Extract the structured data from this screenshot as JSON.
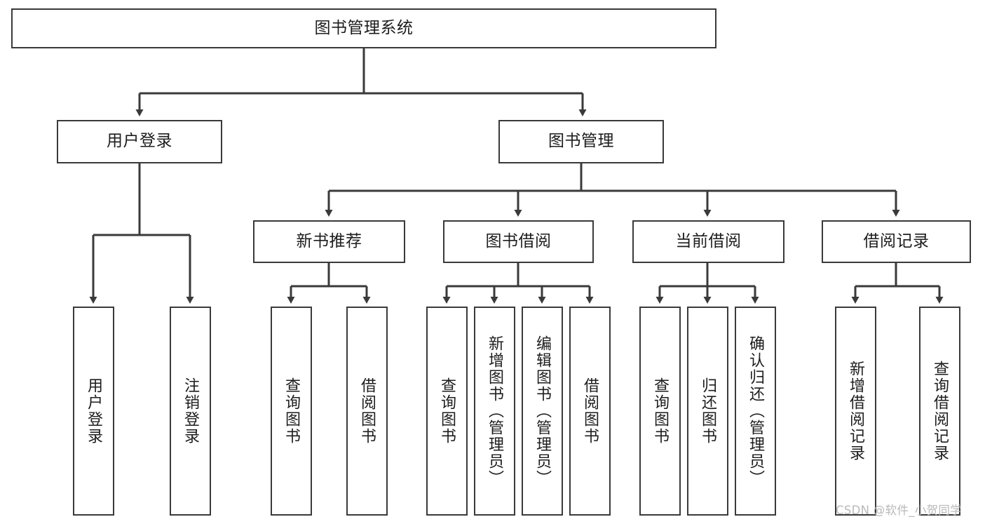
{
  "diagram": {
    "type": "tree-hierarchy-chart",
    "title": "图书管理系统",
    "background_color": "#ffffff",
    "box_border_color": "#3a3a3a",
    "connector_color": "#3a3a3a",
    "text_color": "#1d1d1d",
    "nodes": {
      "root": {
        "label": "图书管理系统",
        "orientation": "horizontal"
      },
      "level2": [
        {
          "id": "user-login",
          "label": "用户登录",
          "orientation": "horizontal"
        },
        {
          "id": "book-manage",
          "label": "图书管理",
          "orientation": "horizontal"
        }
      ],
      "level3": [
        {
          "id": "new-book-recommend",
          "label": "新书推荐",
          "orientation": "horizontal",
          "parent": "book-manage"
        },
        {
          "id": "book-borrow",
          "label": "图书借阅",
          "orientation": "horizontal",
          "parent": "book-manage"
        },
        {
          "id": "current-borrow",
          "label": "当前借阅",
          "orientation": "horizontal",
          "parent": "book-manage"
        },
        {
          "id": "borrow-record",
          "label": "借阅记录",
          "orientation": "horizontal",
          "parent": "book-manage"
        }
      ],
      "leaves": [
        {
          "id": "leaf-user-login",
          "label": "用户登录",
          "parent": "user-login",
          "orientation": "vertical"
        },
        {
          "id": "leaf-logout-login",
          "label": "注销登录",
          "parent": "user-login",
          "orientation": "vertical"
        },
        {
          "id": "leaf-query-book-rec",
          "label": "查询图书",
          "parent": "new-book-recommend",
          "orientation": "vertical"
        },
        {
          "id": "leaf-borrow-book-rec",
          "label": "借阅图书",
          "parent": "new-book-recommend",
          "orientation": "vertical"
        },
        {
          "id": "leaf-query-book-borrow",
          "label": "查询图书",
          "parent": "book-borrow",
          "orientation": "vertical"
        },
        {
          "id": "leaf-add-book-admin",
          "label": "新增图书（管理员）",
          "parent": "book-borrow",
          "orientation": "vertical"
        },
        {
          "id": "leaf-edit-book-admin",
          "label": "编辑图书（管理员）",
          "parent": "book-borrow",
          "orientation": "vertical"
        },
        {
          "id": "leaf-borrow-book",
          "label": "借阅图书",
          "parent": "book-borrow",
          "orientation": "vertical"
        },
        {
          "id": "leaf-query-book-current",
          "label": "查询图书",
          "parent": "current-borrow",
          "orientation": "vertical"
        },
        {
          "id": "leaf-return-book",
          "label": "归还图书",
          "parent": "current-borrow",
          "orientation": "vertical"
        },
        {
          "id": "leaf-confirm-return-admin",
          "label": "确认归还（管理员）",
          "parent": "current-borrow",
          "orientation": "vertical"
        },
        {
          "id": "leaf-add-borrow-record",
          "label": "新增借阅记录",
          "parent": "borrow-record",
          "orientation": "vertical"
        },
        {
          "id": "leaf-query-borrow-record",
          "label": "查询借阅记录",
          "parent": "borrow-record",
          "orientation": "vertical"
        }
      ]
    }
  },
  "watermark": {
    "text": "CSDN @软件_小贺同学"
  }
}
